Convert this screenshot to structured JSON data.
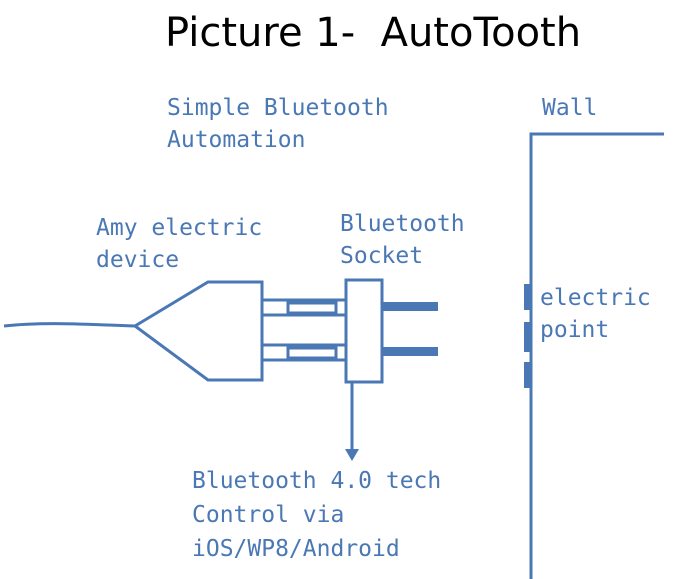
{
  "title": "Picture 1-  AutoTooth",
  "labels": {
    "subtitle_line1": "Simple Bluetooth",
    "subtitle_line2": "Automation",
    "wall": "Wall",
    "device_line1": "Amy electric",
    "device_line2": "device",
    "socket_line1": "Bluetooth",
    "socket_line2": "Socket",
    "point_line1": "electric",
    "point_line2": "point",
    "tech_line1": "Bluetooth 4.0 tech",
    "tech_line2": "Control via",
    "tech_line3": "iOS/WP8/Android"
  },
  "colors": {
    "line": "#4a78b4",
    "title": "#000000"
  }
}
